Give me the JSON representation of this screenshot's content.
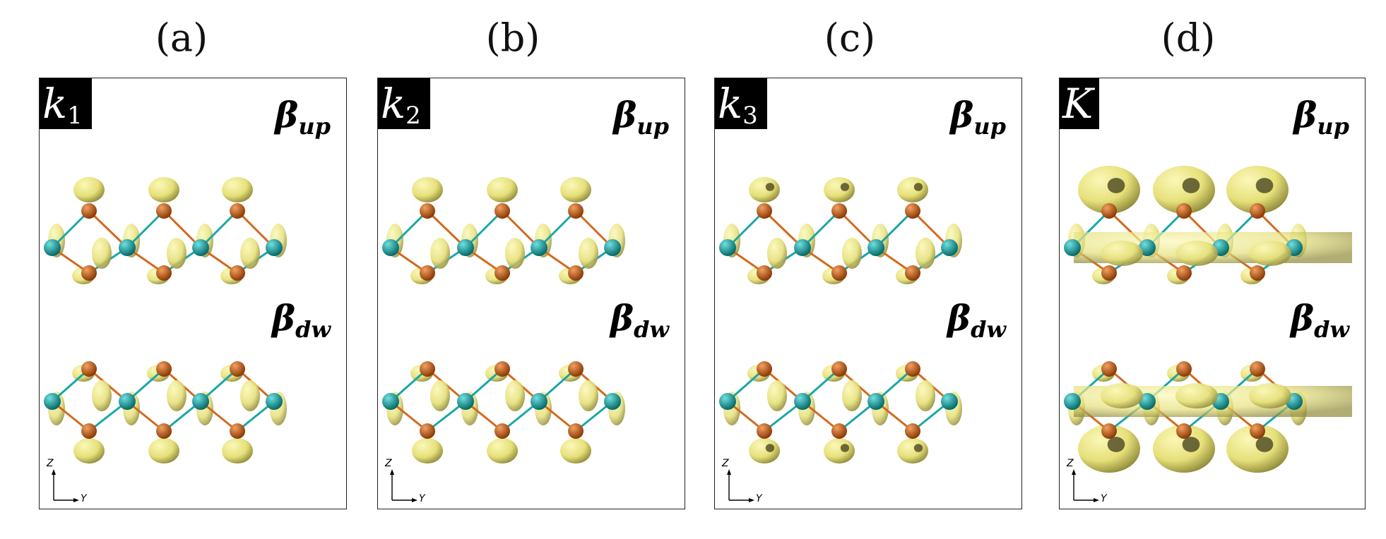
{
  "panels": [
    {
      "label": "(a)",
      "k_label": "k",
      "k_sub": "1",
      "top_beta": "β",
      "top_beta_sub": "up",
      "bottom_beta": "β",
      "bottom_beta_sub": "dw",
      "axis_z": "Z",
      "axis_y": "Y"
    },
    {
      "label": "(b)",
      "k_label": "k",
      "k_sub": "2",
      "top_beta": "β",
      "top_beta_sub": "up",
      "bottom_beta": "β",
      "bottom_beta_sub": "dw",
      "axis_z": "Z",
      "axis_y": "Y"
    },
    {
      "label": "(c)",
      "k_label": "k",
      "k_sub": "3",
      "top_beta": "β",
      "top_beta_sub": "up",
      "bottom_beta": "β",
      "bottom_beta_sub": "dw",
      "axis_z": "Z",
      "axis_y": "Y"
    },
    {
      "label": "(d)",
      "k_label": "K",
      "k_sub": "",
      "top_beta": "β",
      "top_beta_sub": "up",
      "bottom_beta": "β",
      "bottom_beta_sub": "dw",
      "axis_z": "Z",
      "axis_y": "Y"
    }
  ],
  "colors": {
    "isosurface": "#e6e07a",
    "isosurface_shadow": "#8f8a3a",
    "atom_teal": "#0f9a9a",
    "atom_orange": "#c8580f",
    "bond_teal": "#1aa6a6",
    "bond_orange": "#d2691e"
  }
}
